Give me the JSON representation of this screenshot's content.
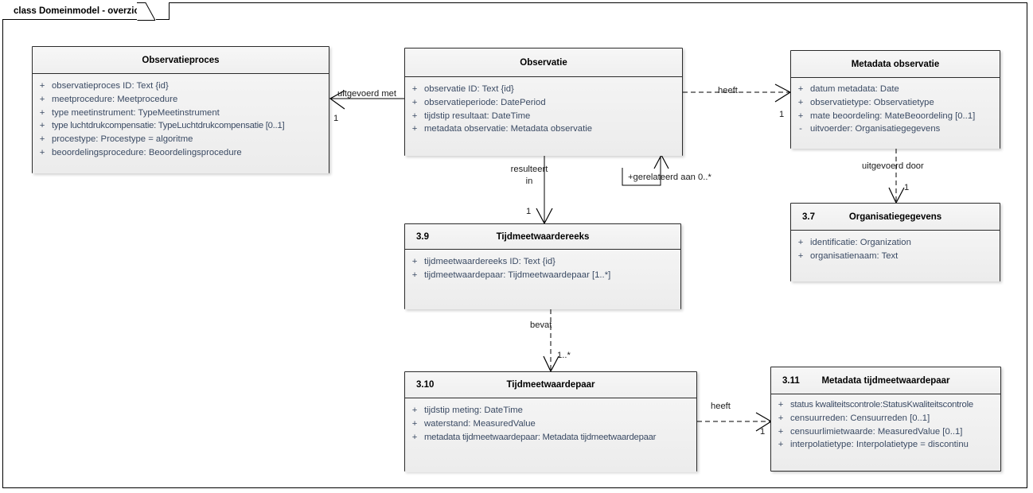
{
  "diagram": {
    "tab_label": "class Domeinmodel - overzicht",
    "colors": {
      "class_fill": "#f1f1f1",
      "class_border": "#2b2b2b",
      "attribute_text": "#3a4a63",
      "line": "#000000",
      "page_background": "#ffffff"
    }
  },
  "classes": [
    {
      "id": "observatieproces",
      "number": "",
      "name": "Observatieproces",
      "attributes": [
        {
          "visibility": "+",
          "signature": "observatieproces ID: Text {id}"
        },
        {
          "visibility": "+",
          "signature": "meetprocedure: Meetprocedure"
        },
        {
          "visibility": "+",
          "signature": "type meetinstrument: TypeMeetinstrument"
        },
        {
          "visibility": "+",
          "signature": "type luchtdrukcompensatie: TypeLuchtdrukcompensatie [0..1]"
        },
        {
          "visibility": "+",
          "signature": "procestype: Procestype = algoritme"
        },
        {
          "visibility": "+",
          "signature": "beoordelingsprocedure: Beoordelingsprocedure"
        }
      ]
    },
    {
      "id": "observatie",
      "number": "",
      "name": "Observatie",
      "attributes": [
        {
          "visibility": "+",
          "signature": "observatie ID: Text {id}"
        },
        {
          "visibility": "+",
          "signature": "observatieperiode: DatePeriod"
        },
        {
          "visibility": "+",
          "signature": "tijdstip resultaat: DateTime"
        },
        {
          "visibility": "+",
          "signature": "metadata observatie: Metadata observatie"
        }
      ]
    },
    {
      "id": "metadata-observatie",
      "number": "",
      "name": "Metadata observatie",
      "attributes": [
        {
          "visibility": "+",
          "signature": "datum metadata: Date"
        },
        {
          "visibility": "+",
          "signature": "observatietype: Observatietype"
        },
        {
          "visibility": "+",
          "signature": "mate beoordeling: MateBeoordeling [0..1]"
        },
        {
          "visibility": "-",
          "signature": "uitvoerder: Organisatiegegevens"
        }
      ]
    },
    {
      "id": "organisatiegegevens",
      "number": "3.7",
      "name": "Organisatiegegevens",
      "attributes": [
        {
          "visibility": "+",
          "signature": "identificatie: Organization"
        },
        {
          "visibility": "+",
          "signature": "organisatienaam: Text"
        }
      ]
    },
    {
      "id": "tijdmeetwaardereeks",
      "number": "3.9",
      "name": "Tijdmeetwaardereeks",
      "attributes": [
        {
          "visibility": "+",
          "signature": "tijdmeetwaardereeks ID: Text {id}"
        },
        {
          "visibility": "+",
          "signature": "tijdmeetwaardepaar: Tijdmeetwaardepaar [1..*]"
        }
      ]
    },
    {
      "id": "tijdmeetwaardepaar",
      "number": "3.10",
      "name": "Tijdmeetwaardepaar",
      "attributes": [
        {
          "visibility": "+",
          "signature": "tijdstip meting: DateTime"
        },
        {
          "visibility": "+",
          "signature": "waterstand: MeasuredValue"
        },
        {
          "visibility": "+",
          "signature": "metadata tijdmeetwaardepaar: Metadata tijdmeetwaardepaar"
        }
      ]
    },
    {
      "id": "metadata-tijdmeetwaardepaar",
      "number": "3.11",
      "name": "Metadata tijdmeetwaardepaar",
      "attributes": [
        {
          "visibility": "+",
          "signature": "status kwaliteitscontrole:StatusKwaliteitscontrole"
        },
        {
          "visibility": "+",
          "signature": "censuurreden: Censuurreden [0..1]"
        },
        {
          "visibility": "+",
          "signature": "censuurlimietwaarde: MeasuredValue [0..1]"
        },
        {
          "visibility": "+",
          "signature": "interpolatietype: Interpolatietype = discontinu"
        }
      ]
    }
  ],
  "connectors": [
    {
      "id": "uitgevoerd-met",
      "label": "uitgevoerd met",
      "multiplicity": "1",
      "style": "solid",
      "from": "observatie",
      "to": "observatieproces"
    },
    {
      "id": "heeft-metadata-observatie",
      "label": "heeft",
      "multiplicity": "1",
      "style": "dashed",
      "from": "observatie",
      "to": "metadata-observatie"
    },
    {
      "id": "gerelateerd-aan",
      "label": "+gerelateerd aan 0..*",
      "multiplicity": "",
      "style": "solid",
      "from": "observatie",
      "to": "observatie"
    },
    {
      "id": "resulteert-in",
      "label_line1": "resulteert",
      "label_line2": "in",
      "multiplicity": "1",
      "style": "solid",
      "from": "observatie",
      "to": "tijdmeetwaardereeks"
    },
    {
      "id": "uitgevoerd-door",
      "label": "uitgevoerd door",
      "multiplicity": "1",
      "style": "dashed",
      "from": "metadata-observatie",
      "to": "organisatiegegevens"
    },
    {
      "id": "bevat",
      "label": "bevat",
      "multiplicity": "1..*",
      "style": "dashed",
      "from": "tijdmeetwaardereeks",
      "to": "tijdmeetwaardepaar"
    },
    {
      "id": "heeft-metadata-tijdmeetwaardepaar",
      "label": "heeft",
      "multiplicity": "1",
      "style": "dashed",
      "from": "tijdmeetwaardepaar",
      "to": "metadata-tijdmeetwaardepaar"
    }
  ]
}
